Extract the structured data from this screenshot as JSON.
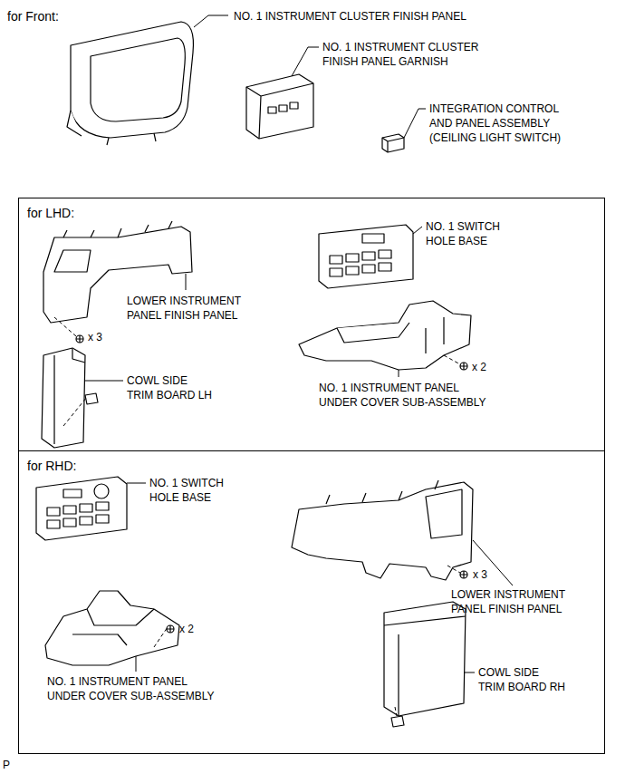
{
  "diagram": {
    "nodes": [
      {
        "text": [
          "for LHD:"
        ]
      },
      {
        "text": [
          "for RHD:"
        ]
      }
    ],
    "labels": [
      "for Front:",
      "NO. 1 INSTRUMENT CLUSTER FINISH PANEL",
      "NO. 1 INSTRUMENT CLUSTER FINISH PANEL GARNISH",
      "INTEGRATION CONTROL AND PANEL ASSEMBLY (CEILING LIGHT SWITCH)",
      "NO. 1 SWITCH HOLE BASE",
      "LOWER INSTRUMENT PANEL FINISH PANEL",
      "x 3",
      "COWL SIDE TRIM BOARD LH",
      "x 2",
      "NO. 1 INSTRUMENT PANEL UNDER COVER SUB-ASSEMBLY",
      "NO. 1 SWITCH HOLE BASE",
      "LOWER INSTRUMENT PANEL FINISH PANEL",
      "x 3",
      "NO. 1 INSTRUMENT PANEL UNDER COVER SUB-ASSEMBLY",
      "x 2",
      "COWL SIDE TRIM BOARD RH",
      "P"
    ]
  }
}
